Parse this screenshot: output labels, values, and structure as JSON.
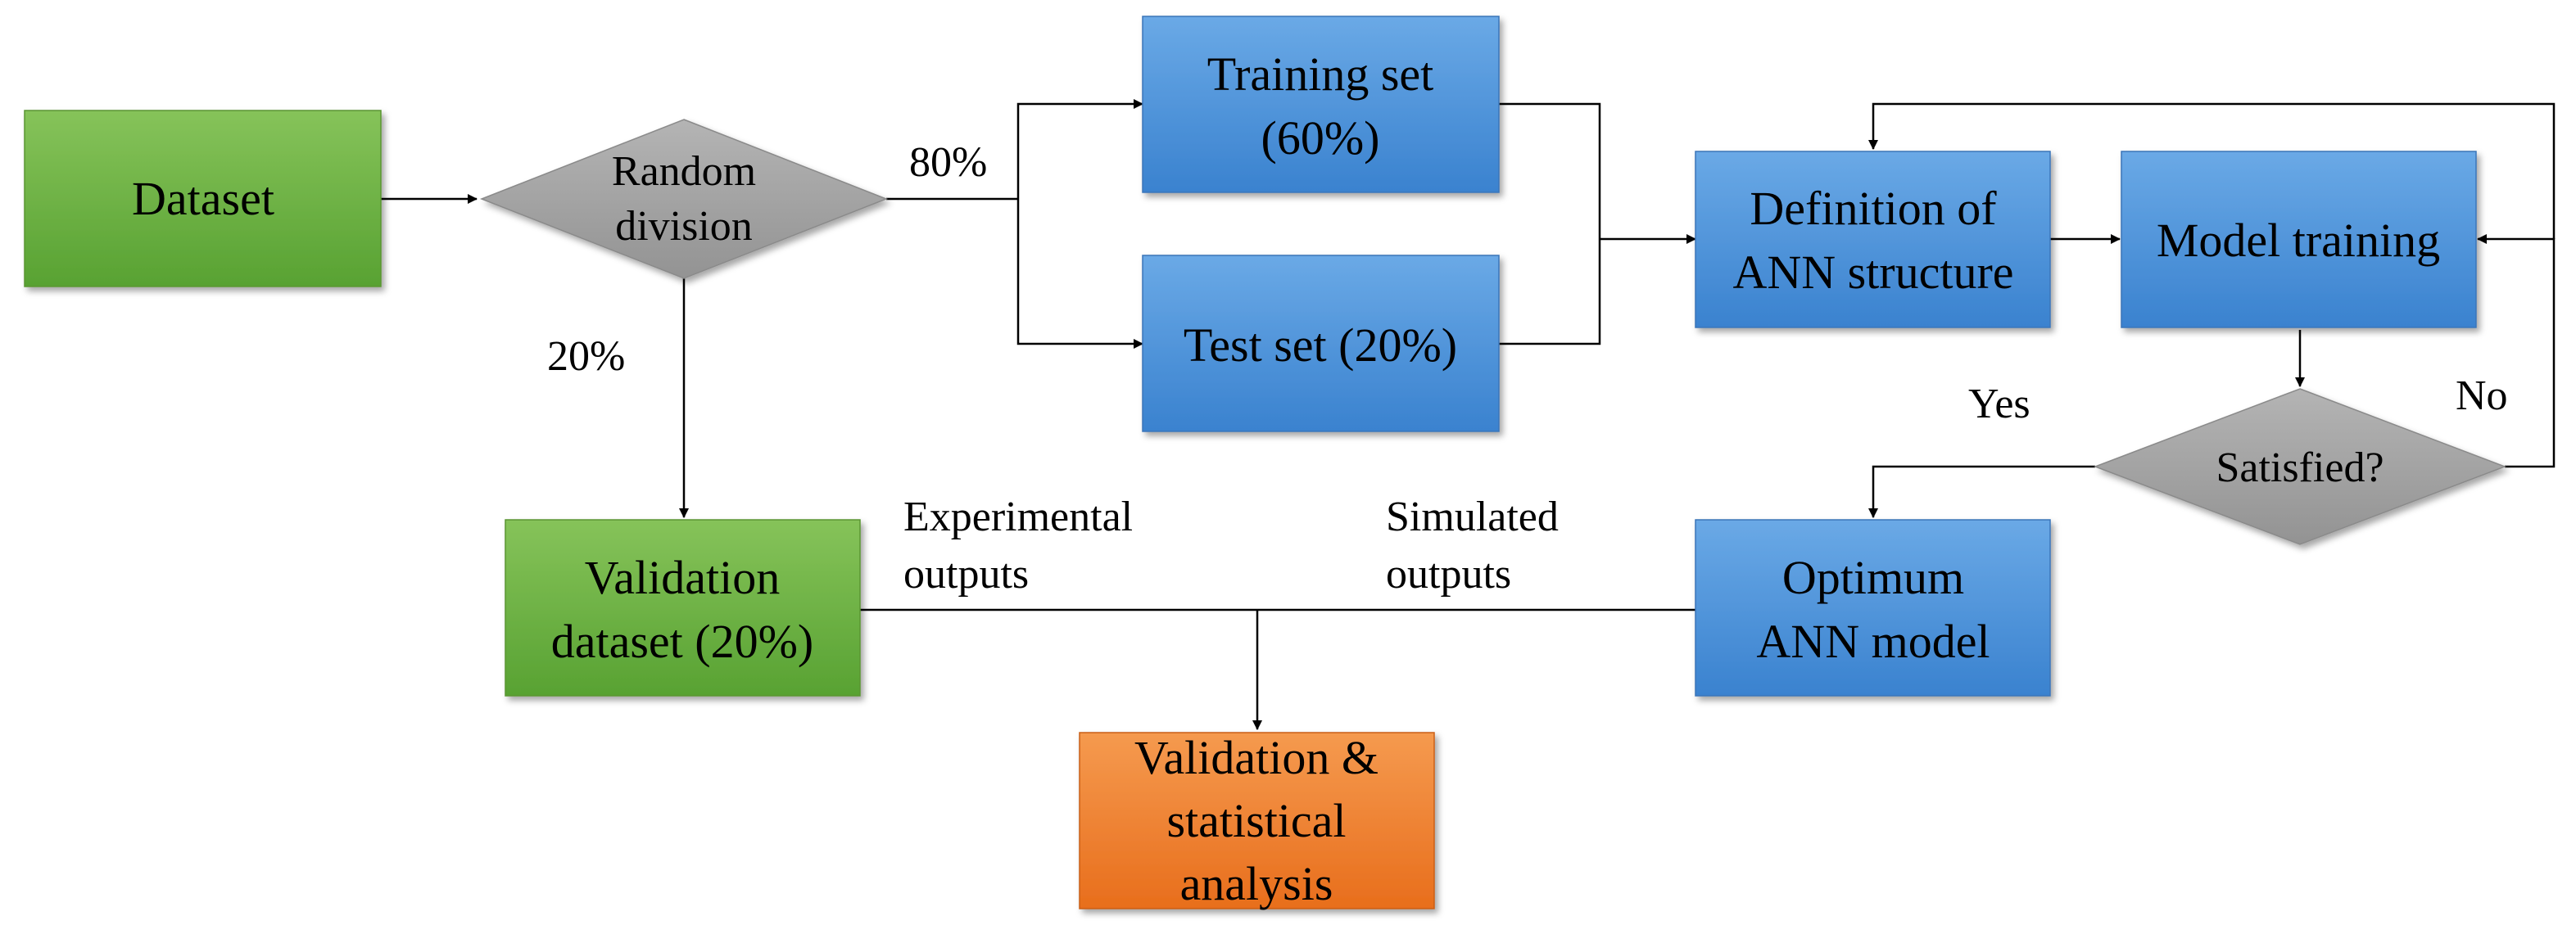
{
  "colors": {
    "green": "#6cb043",
    "blue": "#4a8fd6",
    "orange": "#ef7d2b",
    "gray": "#a3a3a3"
  },
  "nodes": {
    "dataset": {
      "line1": "Dataset"
    },
    "random_division": {
      "line1": "Random",
      "line2": "division"
    },
    "training_set": {
      "line1": "Training set",
      "line2": "(60%)"
    },
    "test_set": {
      "line1": "Test set (20%)"
    },
    "definition": {
      "line1": "Definition of",
      "line2": "ANN structure"
    },
    "model_training": {
      "line1": "Model training"
    },
    "satisfied": {
      "line1": "Satisfied?"
    },
    "optimum": {
      "line1": "Optimum",
      "line2": "ANN model"
    },
    "validation_dataset": {
      "line1": "Validation",
      "line2": "dataset (20%)"
    },
    "validation_analysis": {
      "line1": "Validation &",
      "line2": "statistical",
      "line3": "analysis"
    }
  },
  "edge_labels": {
    "pct_80": "80%",
    "pct_20": "20%",
    "yes": "Yes",
    "no": "No",
    "experimental_1": "Experimental",
    "experimental_2": "outputs",
    "simulated_1": "Simulated",
    "simulated_2": "outputs"
  }
}
